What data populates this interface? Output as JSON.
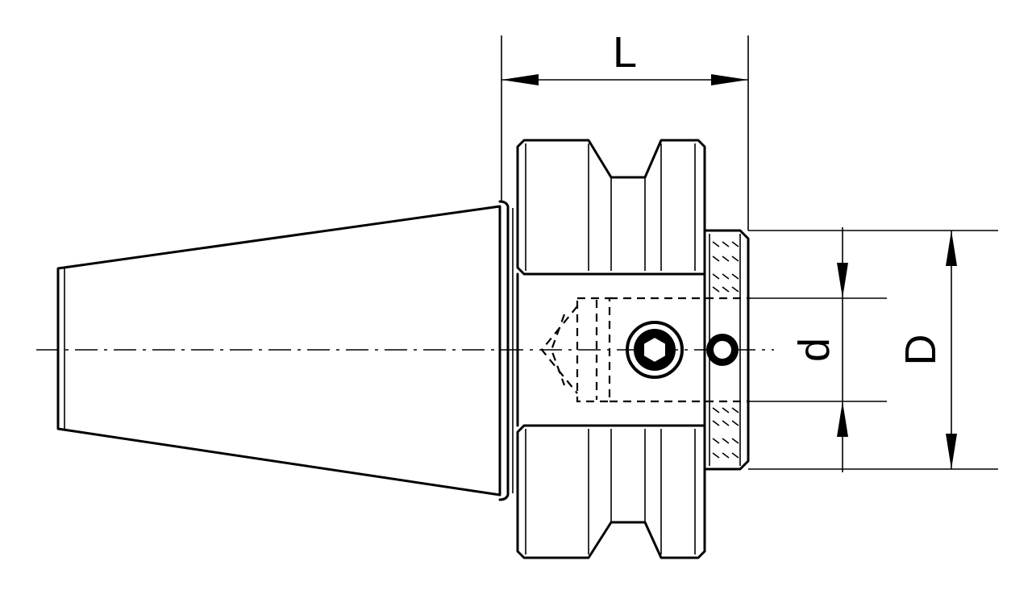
{
  "dimensions": {
    "length_label": "L",
    "bore_label": "d",
    "outer_diameter_label": "D"
  }
}
